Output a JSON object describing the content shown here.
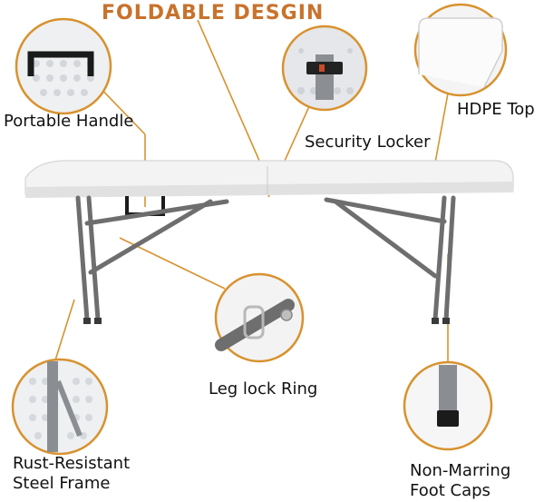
{
  "title": "FOLDABLE DESGIN",
  "labels": {
    "portable_handle": "Portable Handle",
    "security_locker": "Security Locker",
    "hdpe_top": "HDPE Top",
    "leg_lock_ring": "Leg lock Ring",
    "rust_resistant_line1": "Rust-Resistant",
    "rust_resistant_line2": "Steel Frame",
    "non_marring_line1": "Non-Marring",
    "non_marring_line2": "Foot Caps"
  },
  "colors": {
    "accent": "#c8722c",
    "ring": "#d8922e",
    "frame": "#6e6e6e",
    "tabletop": "#f1f1f1"
  },
  "icons": [
    "handle-detail",
    "locker-detail",
    "corner-detail",
    "ring-detail",
    "frame-detail",
    "foot-cap-detail"
  ]
}
